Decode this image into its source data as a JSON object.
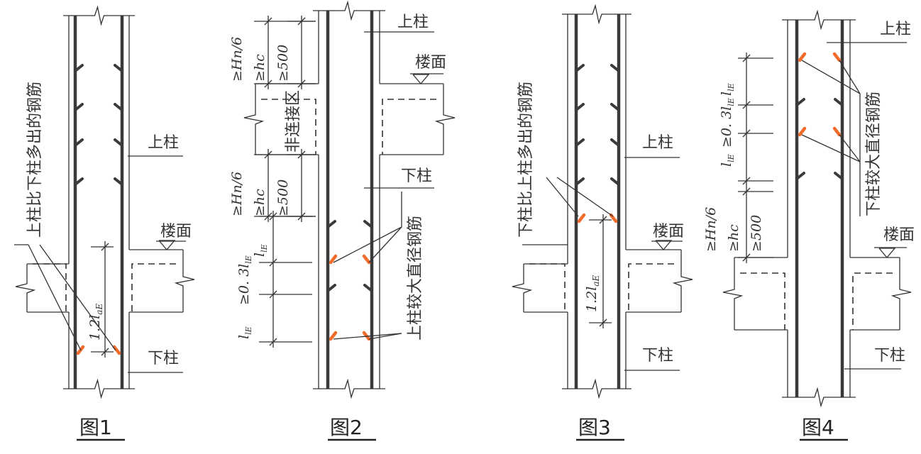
{
  "colors": {
    "line": "#333333",
    "highlight": "#f26b2a"
  },
  "figures": [
    {
      "caption": "图1",
      "upper_column": "上柱",
      "floor": "楼面",
      "lower_column": "下柱",
      "note": "上柱比下柱多出的钢筋",
      "dim_main": "1.2l",
      "dim_sub": "aE"
    },
    {
      "caption": "图2",
      "upper_column": "上柱",
      "floor": "楼面",
      "lower_column": "下柱",
      "zone": "非连接区",
      "note": "上柱较大直径钢筋",
      "hn": "≥Hn/6",
      "hc": "≥hc",
      "min500": "≥500",
      "hn2": "≥Hn/6",
      "hc2": "≥hc",
      "min5002": "≥500",
      "le_main": "l",
      "le_sub": "lE",
      "le03_main": "≥0. 3l",
      "le03_sub": "lE",
      "le2_main": "l",
      "le2_sub": "lE"
    },
    {
      "caption": "图3",
      "upper_column": "上柱",
      "floor": "楼面",
      "lower_column": "下柱",
      "note": "下柱比上柱多出的钢筋",
      "dim_main": "1.2l",
      "dim_sub": "aE"
    },
    {
      "caption": "图4",
      "upper_column": "上柱",
      "floor": "楼面",
      "lower_column": "下柱",
      "note": "下柱较大直径钢筋",
      "le_main": "l",
      "le_sub": "lE",
      "le03_main": "≥0. 3l",
      "le03_sub": "lE",
      "le2_main": "l",
      "le2_sub": "lE",
      "hn": "≥Hn/6",
      "hc": "≥hc",
      "min500": "≥500"
    }
  ]
}
